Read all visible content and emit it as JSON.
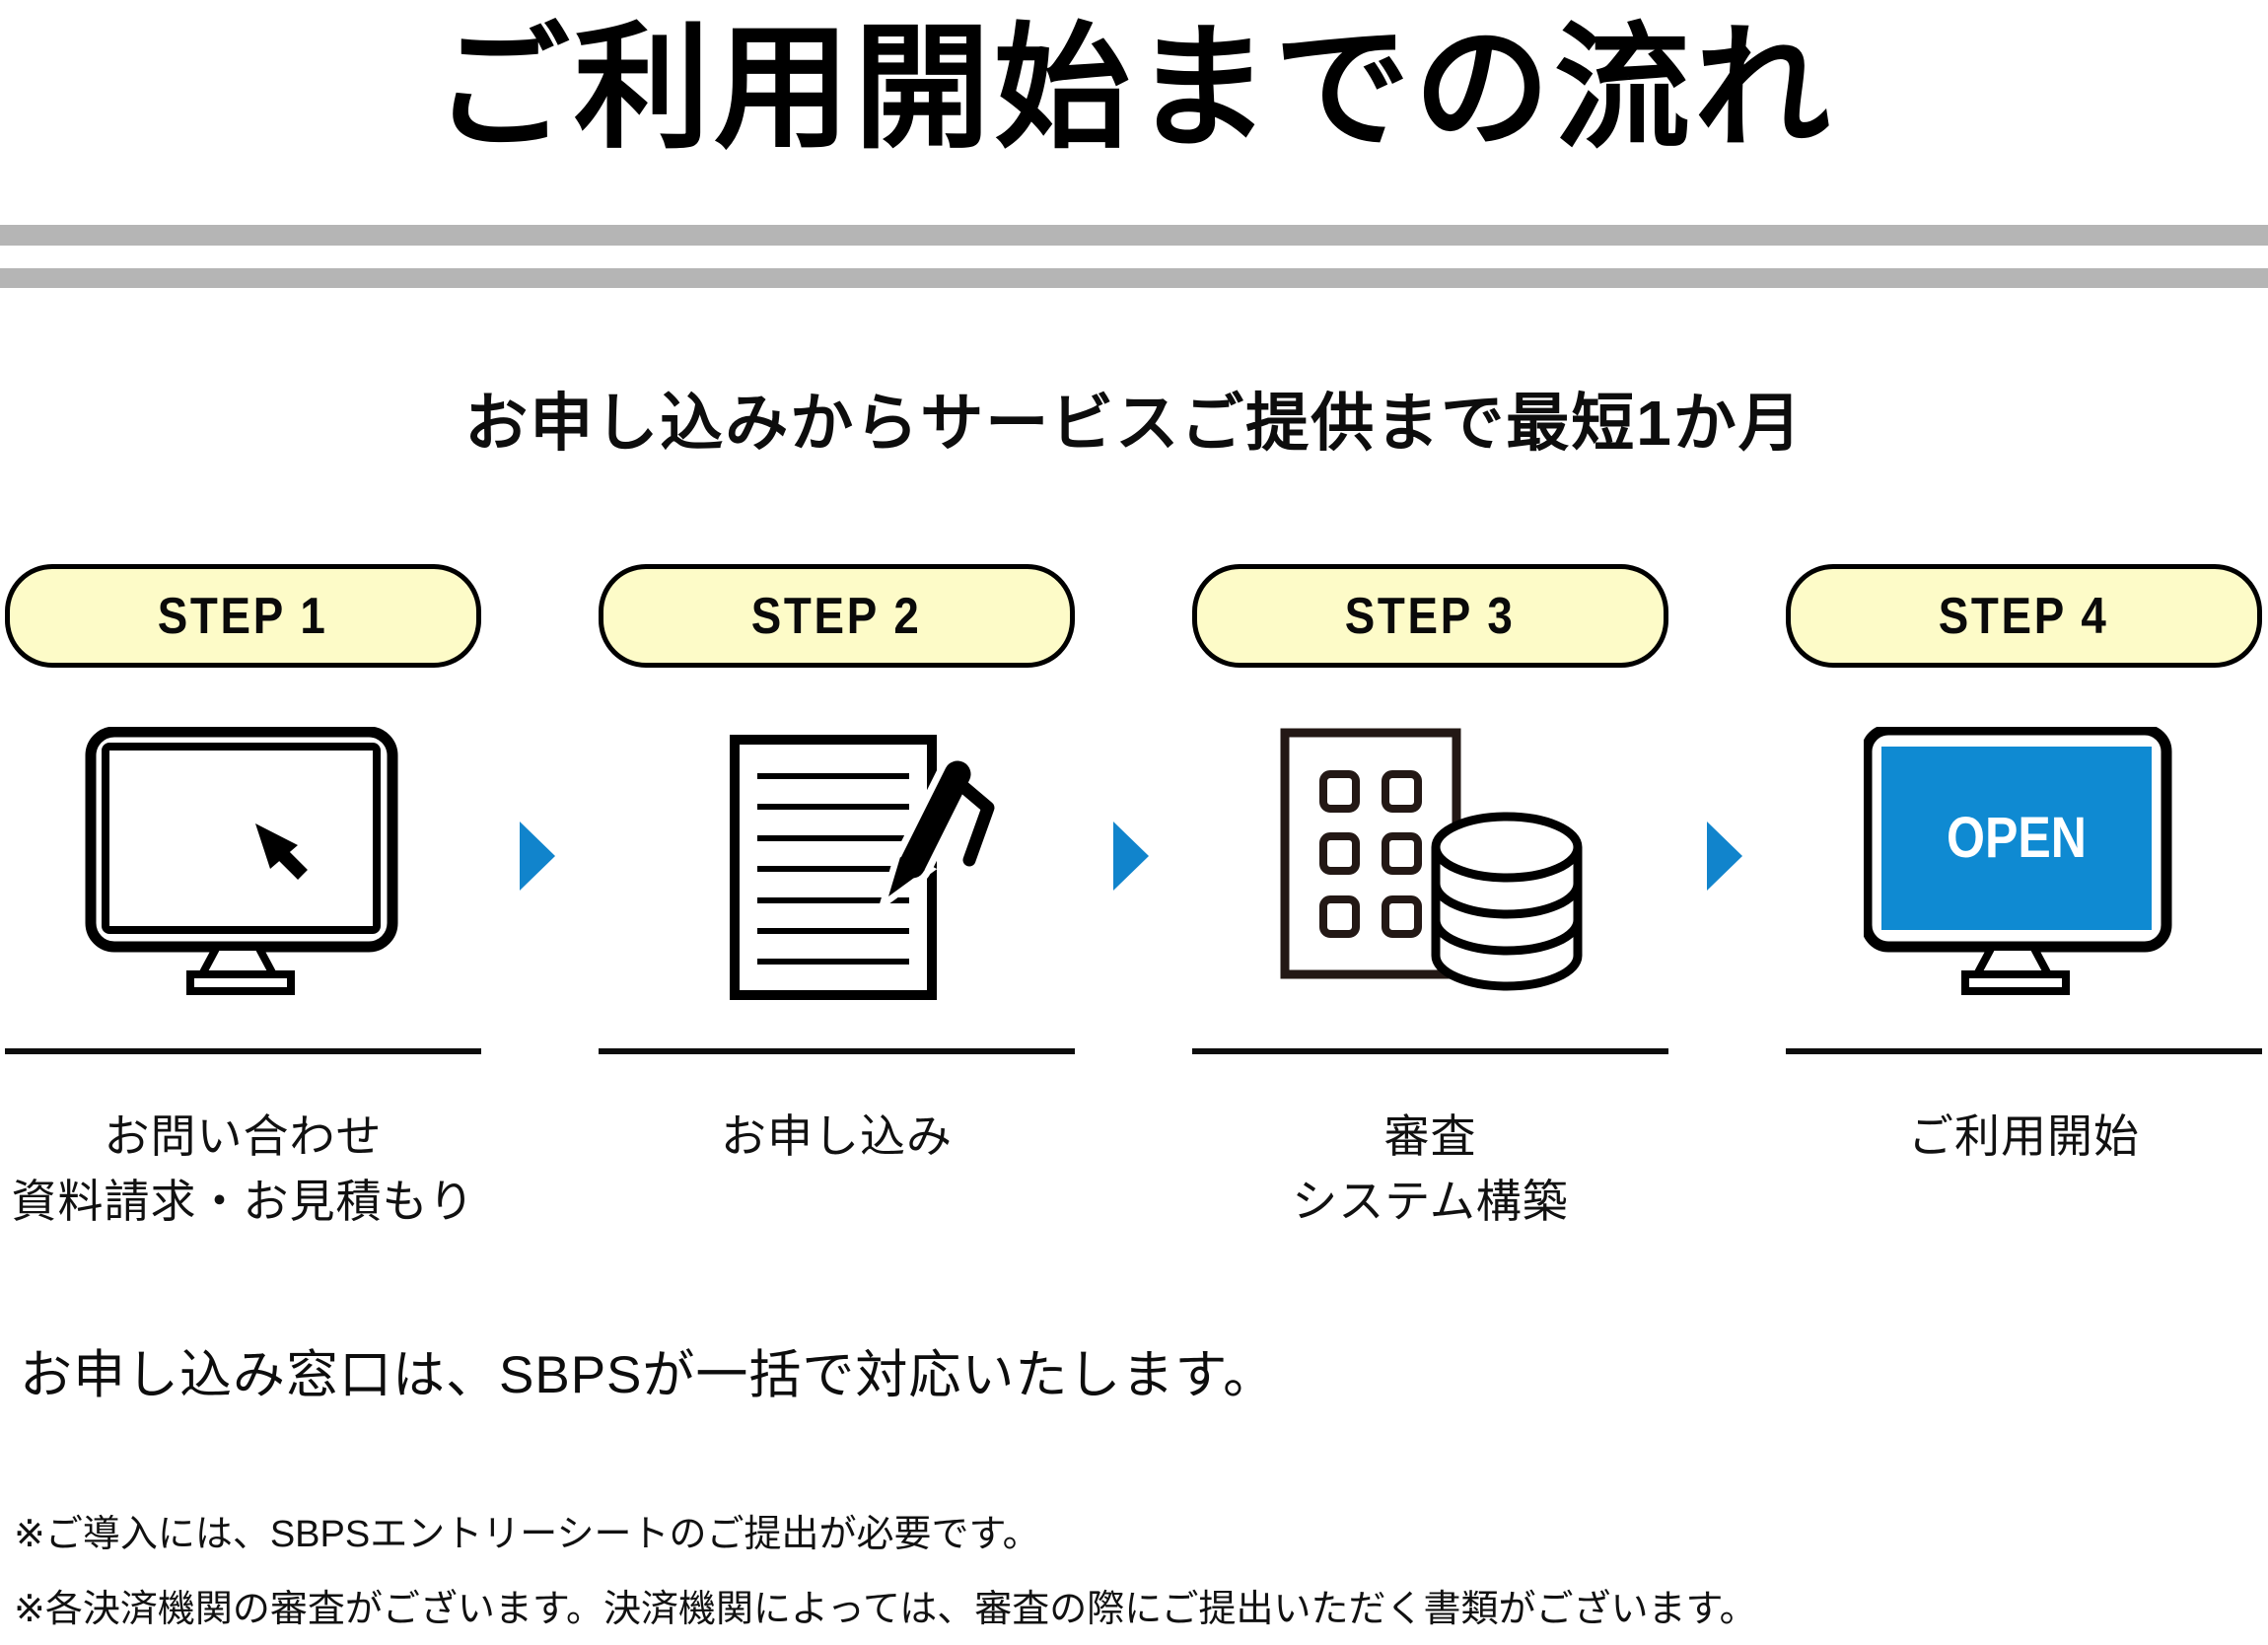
{
  "header": {
    "title": "ご利用開始までの流れ"
  },
  "intro": {
    "subtitle": "お申し込みからサービスご提供まで最短1か月"
  },
  "steps": [
    {
      "badge": "STEP 1",
      "icon": "monitor-cursor-icon",
      "labels": [
        "お問い合わせ",
        "資料請求・お見積もり"
      ]
    },
    {
      "badge": "STEP 2",
      "icon": "document-pen-icon",
      "labels": [
        "お申し込み",
        ""
      ]
    },
    {
      "badge": "STEP 3",
      "icon": "building-database-icon",
      "labels": [
        "審査",
        "システム構築"
      ]
    },
    {
      "badge": "STEP 4",
      "icon": "monitor-open-icon",
      "labels": [
        "ご利用開始",
        ""
      ],
      "screen_text": "OPEN"
    }
  ],
  "statement": "お申し込み窓口は、SBPSが一括で対応いたします。",
  "notes": [
    "※ご導入には、SBPSエントリーシートのご提出が必要です。",
    "※各決済機関の審査がございます。決済機関によっては、審査の際にご提出いただく書類がございます。"
  ],
  "colors": {
    "accent_blue": "#1184cc",
    "screen_blue": "#0f8ad2",
    "badge_yellow": "#fdfbc8",
    "bar_gray": "#b5b5b5",
    "ink": "#000000",
    "building_ink": "#231815"
  }
}
